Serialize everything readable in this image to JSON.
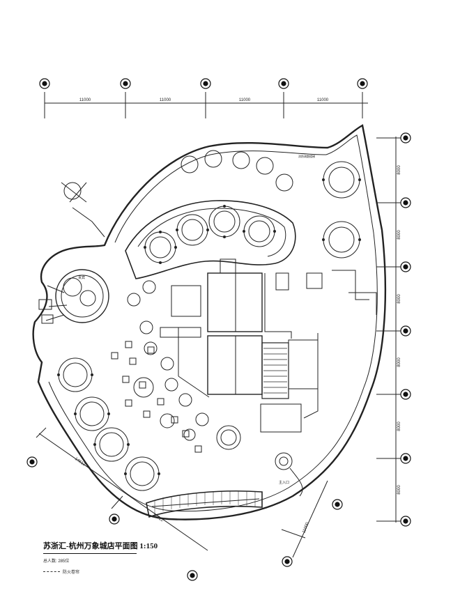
{
  "drawing": {
    "title": "苏浙汇-杭州万象城店平面图 1:150",
    "total_label": "总人数: 285位",
    "legend_text": "防火卷帘"
  },
  "dimensions": {
    "top": [
      "11000",
      "11000",
      "11000",
      "11000"
    ],
    "right": [
      "8000",
      "8000",
      "8000",
      "8000",
      "8000",
      "8000"
    ],
    "diagonal": [
      "14612",
      "14612"
    ],
    "lower_right": "11000"
  },
  "rooms": {
    "entrance": "主入口",
    "stair_note": "消防疏散楼梯",
    "vip": "贵宾"
  }
}
